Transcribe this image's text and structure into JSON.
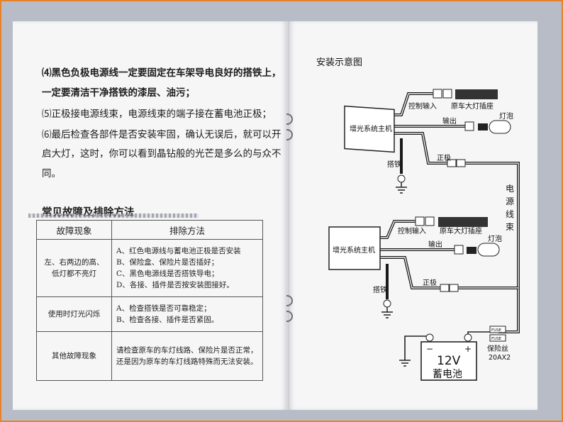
{
  "left_page": {
    "tips": [
      "⑷黑色负极电源线一定要固定在车架导电良好的搭铁上，",
      "一定要清洁干净搭铁的漆层、油污；",
      "⑸正极接电源线束，电源线束的端子接在蓄电池正极；",
      "⑹最后检查各部件是否安装牢固，确认无误后，就可以开",
      "启大灯，这时，你可以看到晶钻般的光芒是多么的与众不",
      "同。"
    ],
    "section_title": "常见故障及排除方法",
    "table": {
      "headers": [
        "故障现象",
        "排除方法"
      ],
      "rows": [
        {
          "symptom": [
            "左、右两边的高、",
            "低灯都不亮灯"
          ],
          "methods": [
            "A、红色电源线与蓄电池正极是否安装",
            "B、保险盒、保险片是否插好；",
            "C、黑色电源线是否搭铁导电；",
            "D、各接、插件是否按安装图接好。"
          ]
        },
        {
          "symptom": [
            "使用时灯光闪烁"
          ],
          "methods": [
            "A、检查搭铁是否可靠稳定；",
            "B、检查各接、插件是否紧固。"
          ]
        },
        {
          "symptom": [
            "其他故障现象"
          ],
          "methods": [
            "请检查原车的车灯线路、保险片是否正常，",
            "还是因为原车的车灯线路特殊而无法安装。"
          ]
        }
      ]
    }
  },
  "right_page": {
    "diagram_title": "安装示意图",
    "top_unit": {
      "module_label": "增光系统主机",
      "control_input": "控制输入",
      "car_socket": "原车大灯插座",
      "output": "输出",
      "bulb": "灯泡",
      "positive": "正极",
      "ground": "搭铁"
    },
    "bottom_unit": {
      "module_label": "增光系统主机",
      "control_input": "控制输入",
      "car_socket": "原车大灯插座",
      "output": "输出",
      "bulb": "灯泡",
      "positive": "正极",
      "ground": "搭铁"
    },
    "harness_label": [
      "电",
      "源",
      "线",
      "束"
    ],
    "battery": {
      "voltage": "12V",
      "label": "蓄电池",
      "minus": "−",
      "plus": "+"
    },
    "fuse": {
      "tag": "FUSE",
      "label": "保险丝",
      "rating": "20AX2"
    }
  },
  "colors": {
    "frame": "#e7822a",
    "paper": "#f6f6f7",
    "ink": "#1b1b1b",
    "background": "#b8bcc6"
  }
}
